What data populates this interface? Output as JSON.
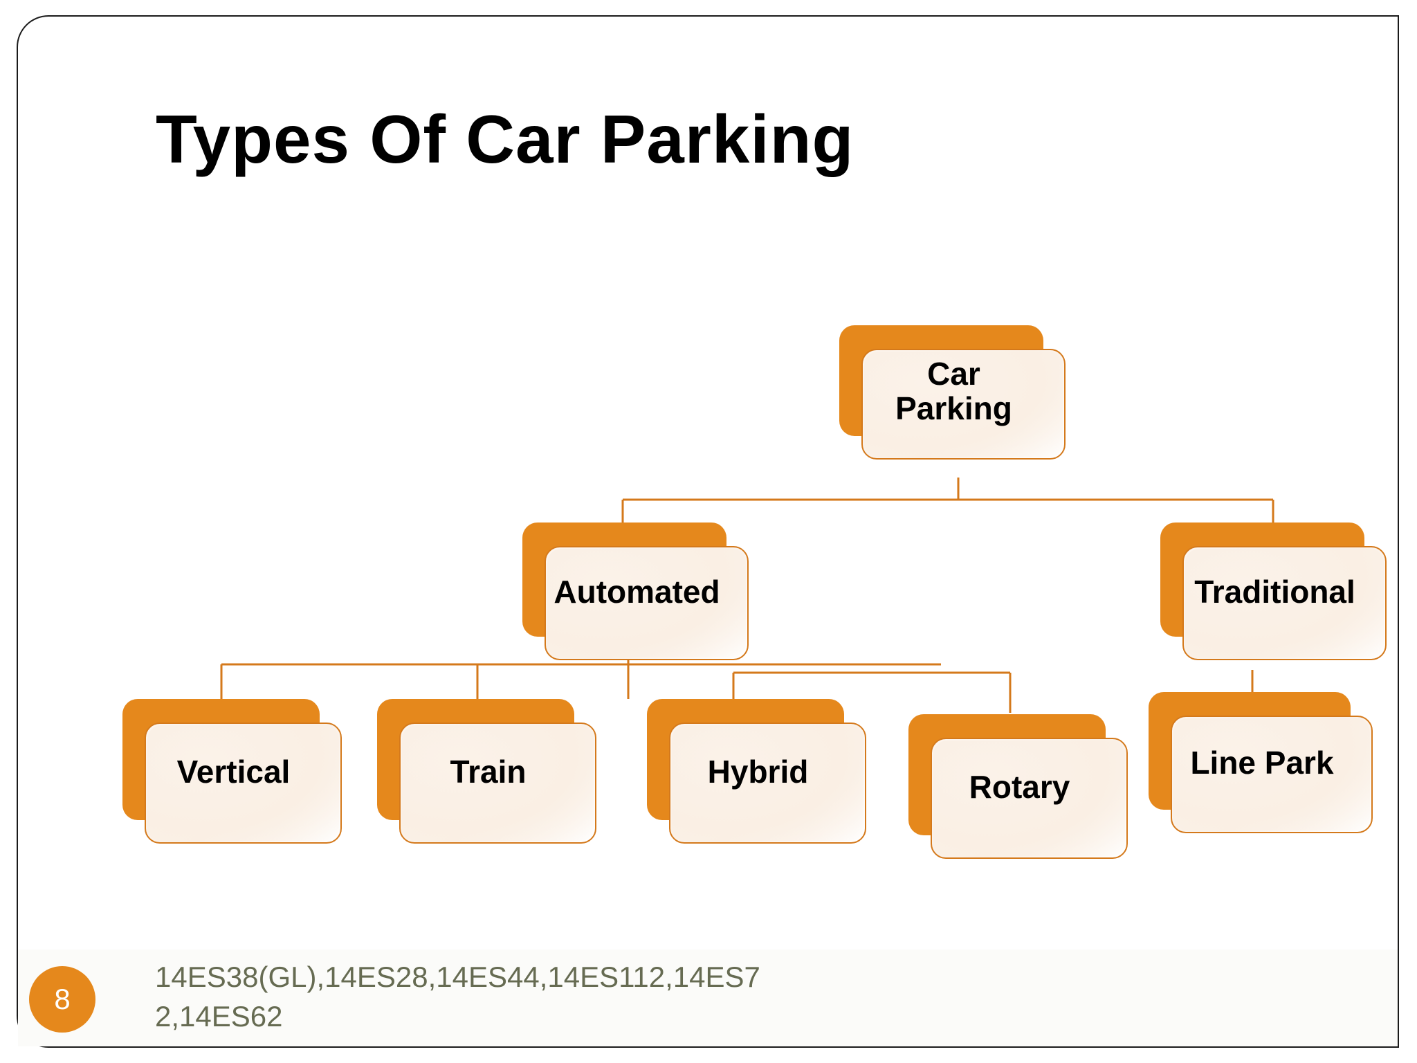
{
  "slide": {
    "title": "Types Of Car Parking",
    "page_number": "8",
    "footer_text": "14ES38(GL),14ES28,14ES44,14ES112,14ES7\n2,14ES62",
    "colors": {
      "accent_orange": "#E5881C",
      "node_border": "#D4791B",
      "node_fill": "#FAF0E6",
      "title_text": "#000000",
      "footer_text": "#666B52",
      "frame_border": "#1a1a1a"
    }
  },
  "chart_data": {
    "type": "tree-diagram",
    "title": "Types Of Car Parking",
    "root": "Car Parking",
    "nodes": [
      {
        "id": "root",
        "label": "Car\nParking",
        "level": 0,
        "parent": null
      },
      {
        "id": "automated",
        "label": "Automated",
        "level": 1,
        "parent": "root"
      },
      {
        "id": "traditional",
        "label": "Traditional",
        "level": 1,
        "parent": "root"
      },
      {
        "id": "vertical",
        "label": "Vertical",
        "level": 2,
        "parent": "automated"
      },
      {
        "id": "train",
        "label": "Train",
        "level": 2,
        "parent": "automated"
      },
      {
        "id": "hybrid",
        "label": "Hybrid",
        "level": 2,
        "parent": "automated"
      },
      {
        "id": "rotary",
        "label": "Rotary",
        "level": 2,
        "parent": "automated"
      },
      {
        "id": "linepark",
        "label": "Line Park",
        "level": 2,
        "parent": "traditional"
      }
    ],
    "edges": [
      {
        "from": "root",
        "to": "automated"
      },
      {
        "from": "root",
        "to": "traditional"
      },
      {
        "from": "automated",
        "to": "vertical"
      },
      {
        "from": "automated",
        "to": "train"
      },
      {
        "from": "automated",
        "to": "hybrid"
      },
      {
        "from": "automated",
        "to": "rotary"
      },
      {
        "from": "traditional",
        "to": "linepark"
      }
    ]
  },
  "nodes": {
    "root": {
      "label": "Car\nParking"
    },
    "automated": {
      "label": "Automated"
    },
    "traditional": {
      "label": "Traditional"
    },
    "vertical": {
      "label": "Vertical"
    },
    "train": {
      "label": "Train"
    },
    "hybrid": {
      "label": "Hybrid"
    },
    "rotary": {
      "label": "Rotary"
    },
    "linepark": {
      "label": "Line Park"
    }
  }
}
